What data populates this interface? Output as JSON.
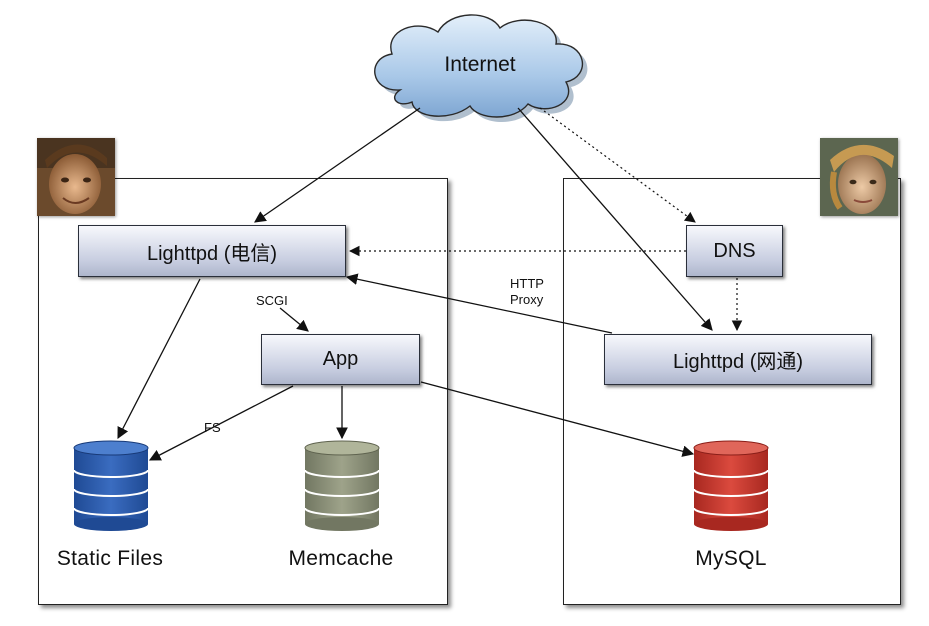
{
  "internet": {
    "label": "Internet"
  },
  "nodes": {
    "lighttpd_telecom": "Lighttpd (电信)",
    "app": "App",
    "dns": "DNS",
    "lighttpd_netcom": "Lighttpd (网通)"
  },
  "databases": {
    "static_files": {
      "label": "Static Files",
      "color": "#2f5ea8"
    },
    "memcache": {
      "label": "Memcache",
      "color": "#8d9278"
    },
    "mysql": {
      "label": "MySQL",
      "color": "#c9372f"
    }
  },
  "edge_labels": {
    "scgi": "SCGI",
    "fs": "FS",
    "http_proxy_line1": "HTTP",
    "http_proxy_line2": "Proxy"
  }
}
